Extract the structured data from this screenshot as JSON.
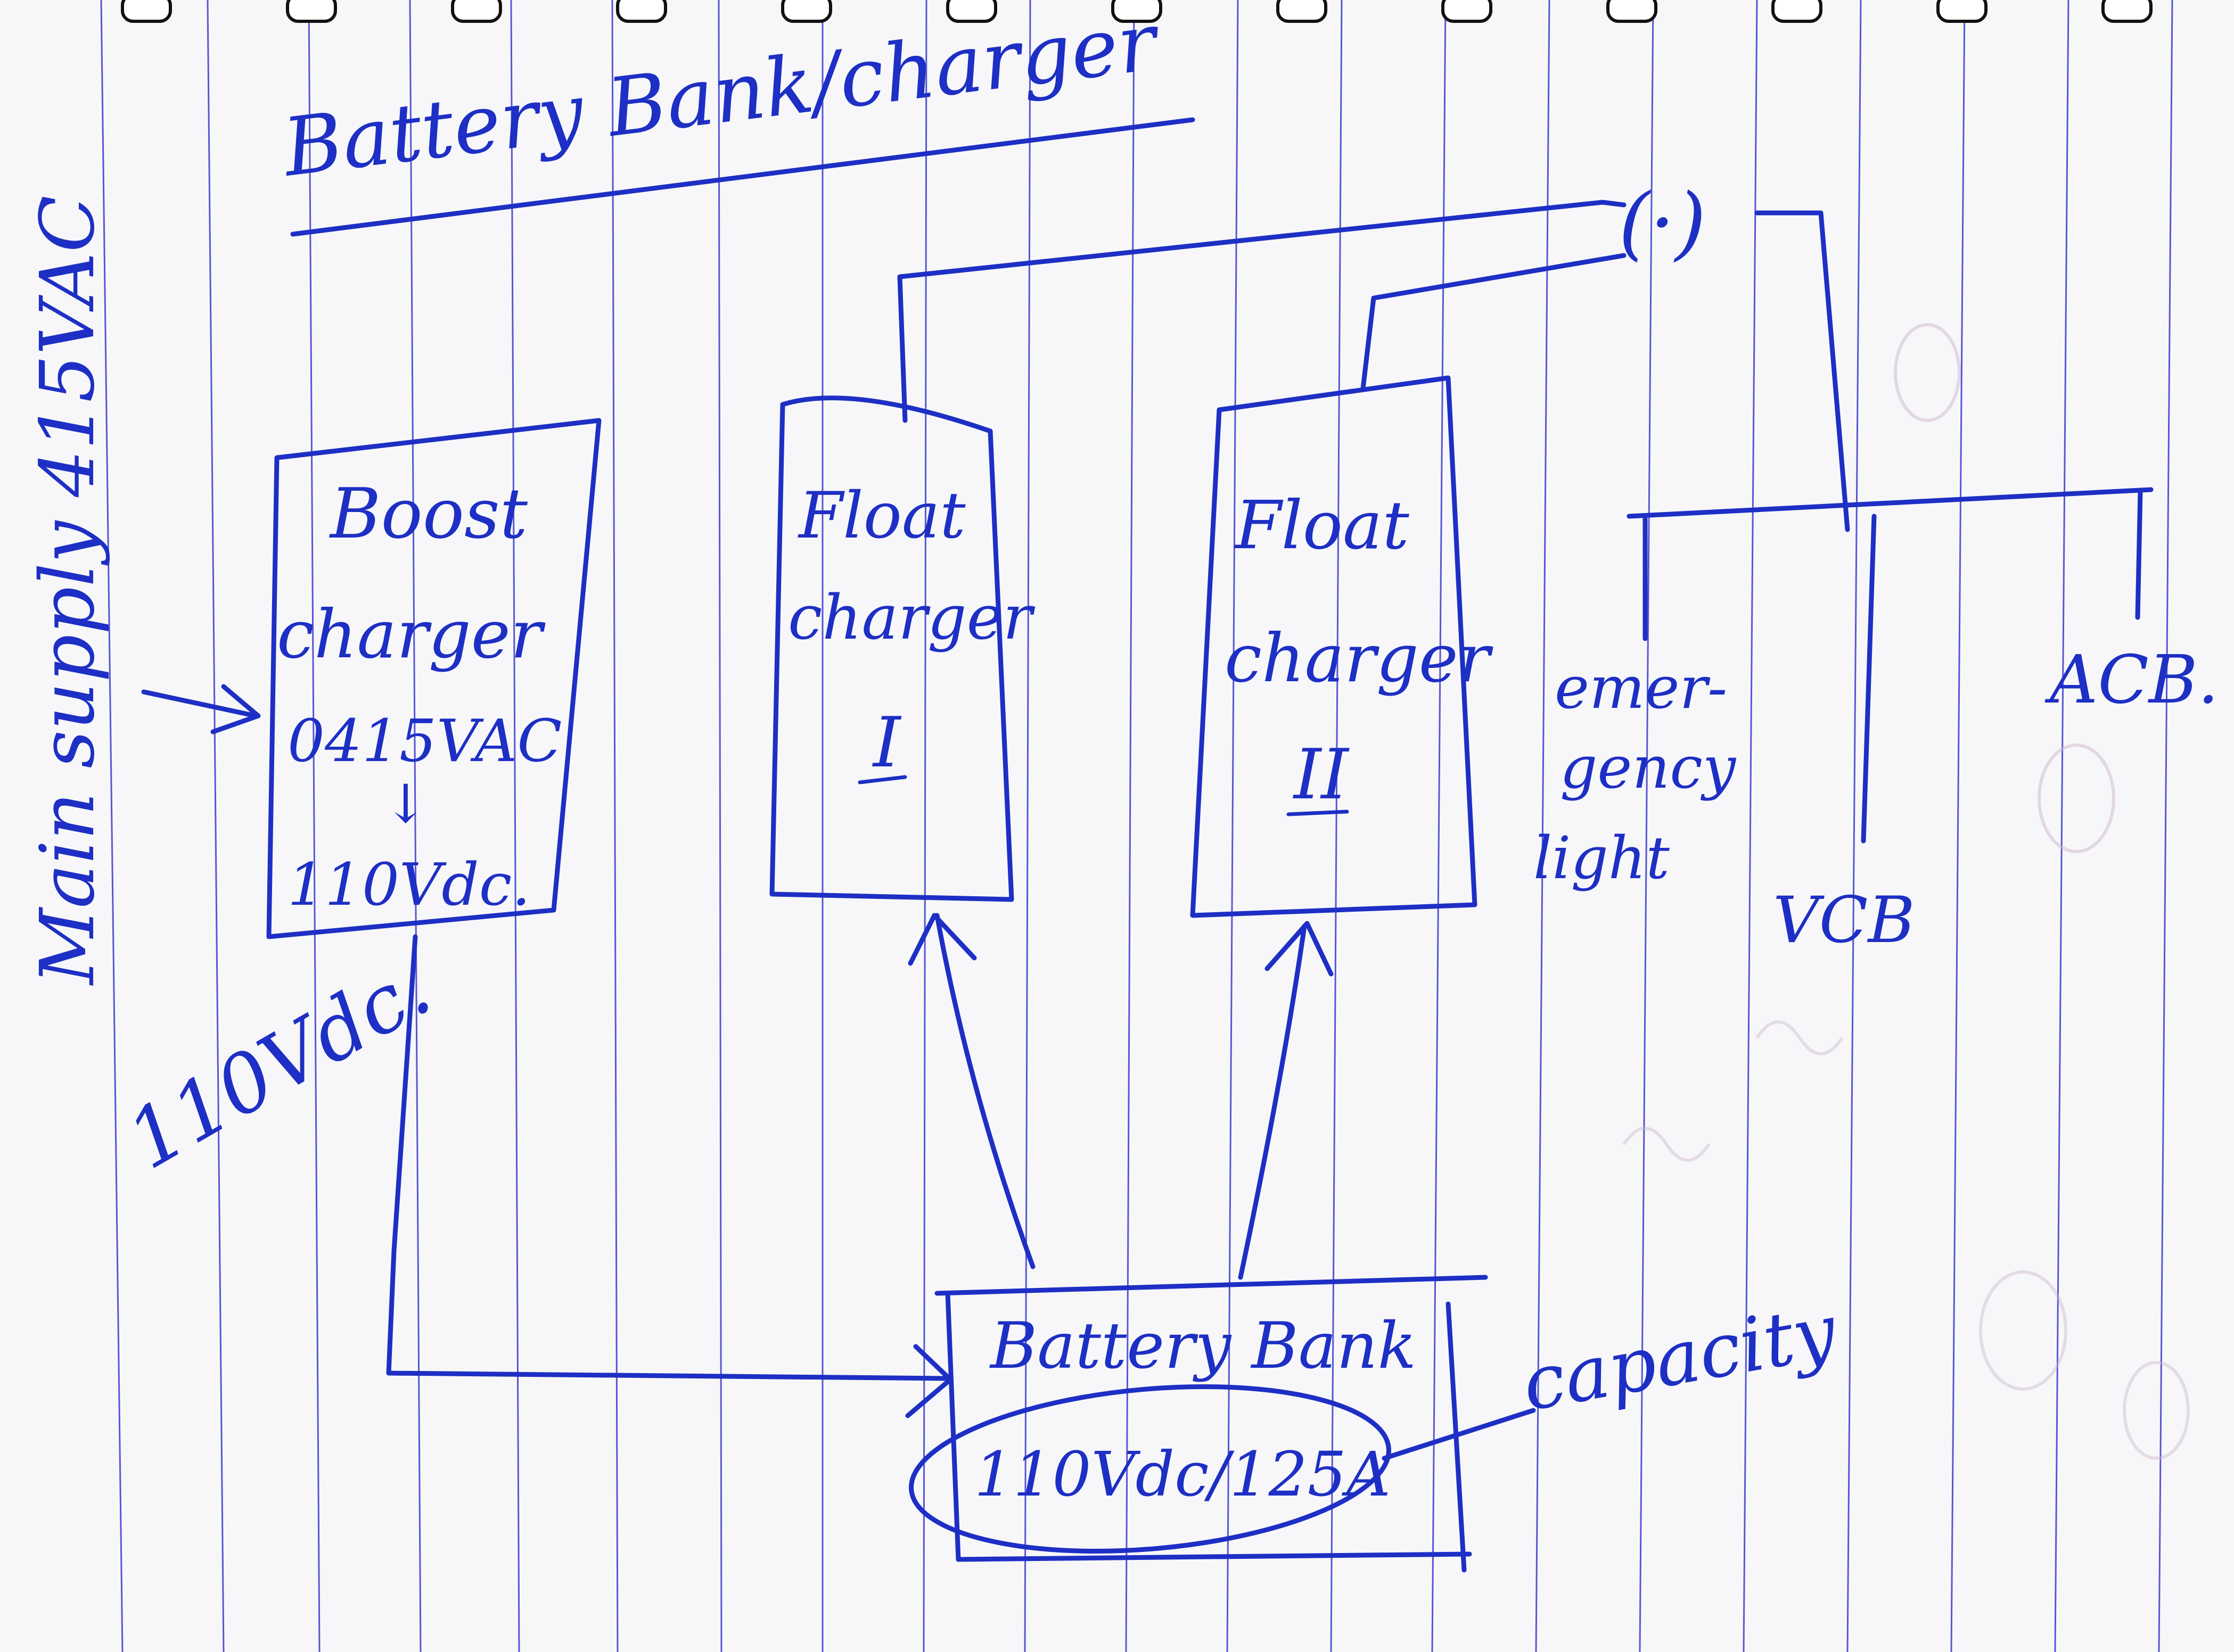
{
  "title": "Battery Bank/charger",
  "side_label": "Main supply 415VAC",
  "boost_charger": {
    "name_line1": "Boost",
    "name_line2": "charger",
    "line3": "0415VAC",
    "arrow": "↓",
    "line4": "110Vdc."
  },
  "boost_output_label": "110Vdc.",
  "float_charger_1": {
    "line1": "Float",
    "line2": "charger",
    "number": "I"
  },
  "float_charger_2": {
    "line1": "Float",
    "line2": "charger",
    "number": "II"
  },
  "junction_symbol": "(·)",
  "loads": {
    "emergency_light_line1": "emer-",
    "emergency_light_line2": "gency",
    "emergency_light_line3": "light",
    "vcb": "VCB",
    "acb": "ACB."
  },
  "battery_bank": {
    "title": "Battery Bank",
    "rating": "110Vdc/125A"
  },
  "capacity_label": "capacity",
  "colors": {
    "ink": "#1d2fc4",
    "paper": "#f7f7f9",
    "rule_lines": "#3a3ad0"
  }
}
